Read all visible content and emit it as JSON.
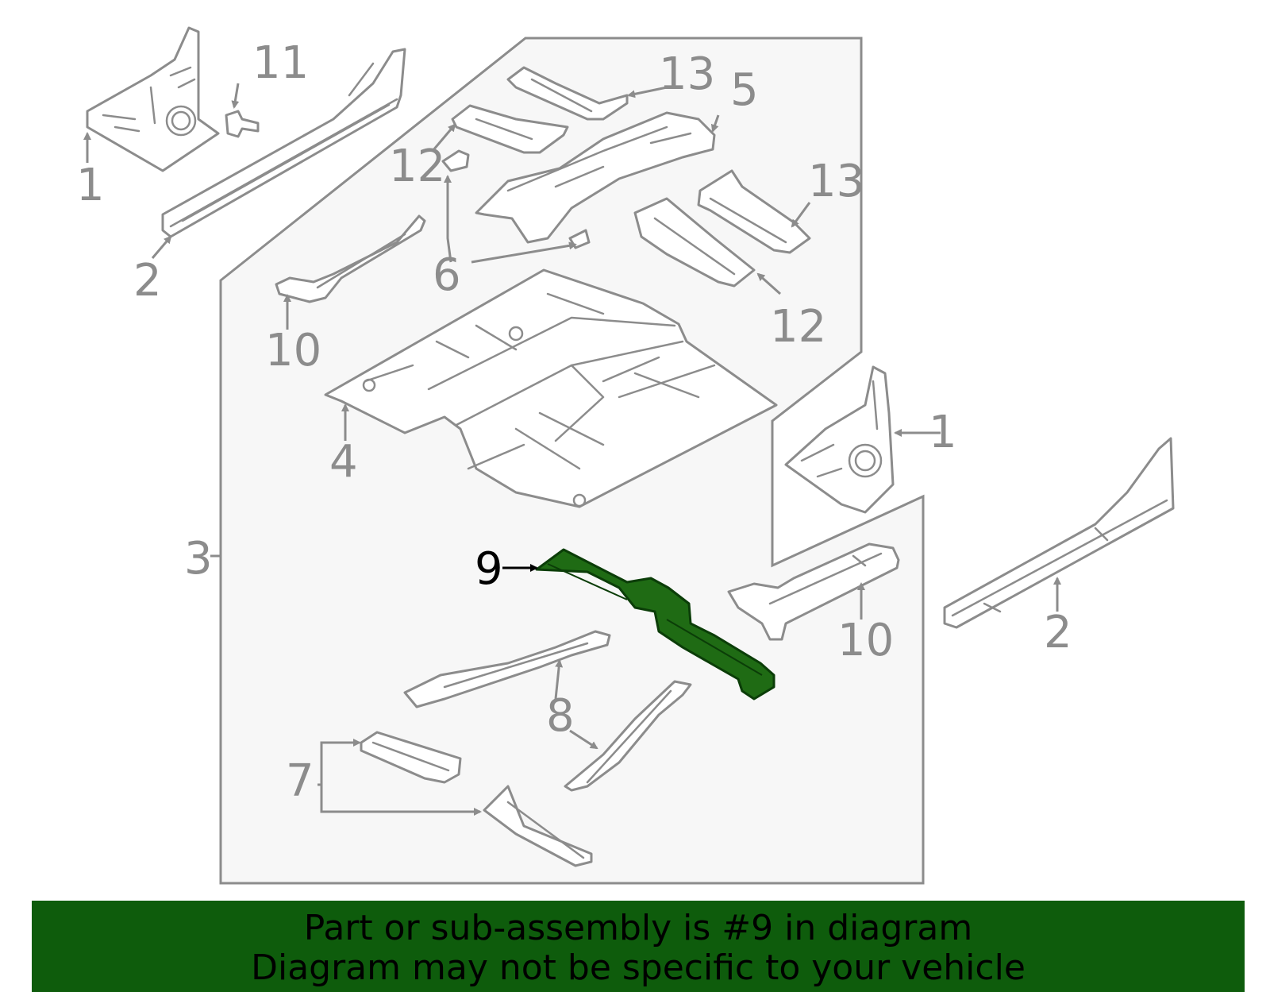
{
  "diagram": {
    "callouts": {
      "c1_top": "1",
      "c1_right": "1",
      "c2_left": "2",
      "c2_right": "2",
      "c3": "3",
      "c4": "4",
      "c5": "5",
      "c6": "6",
      "c7": "7",
      "c8": "8",
      "c9": "9",
      "c10_left": "10",
      "c10_right": "10",
      "c11": "11",
      "c12_left": "12",
      "c12_right": "12",
      "c13_top": "13",
      "c13_right": "13"
    },
    "highlighted_part": "9",
    "colors": {
      "line": "#8c8c8c",
      "panel": "#f7f7f7",
      "highlight": "#1f6b14",
      "banner": "#0e5c0c"
    }
  },
  "banner": {
    "line1": "Part or sub-assembly is #9 in diagram",
    "line2": "Diagram may not be specific to your vehicle"
  }
}
